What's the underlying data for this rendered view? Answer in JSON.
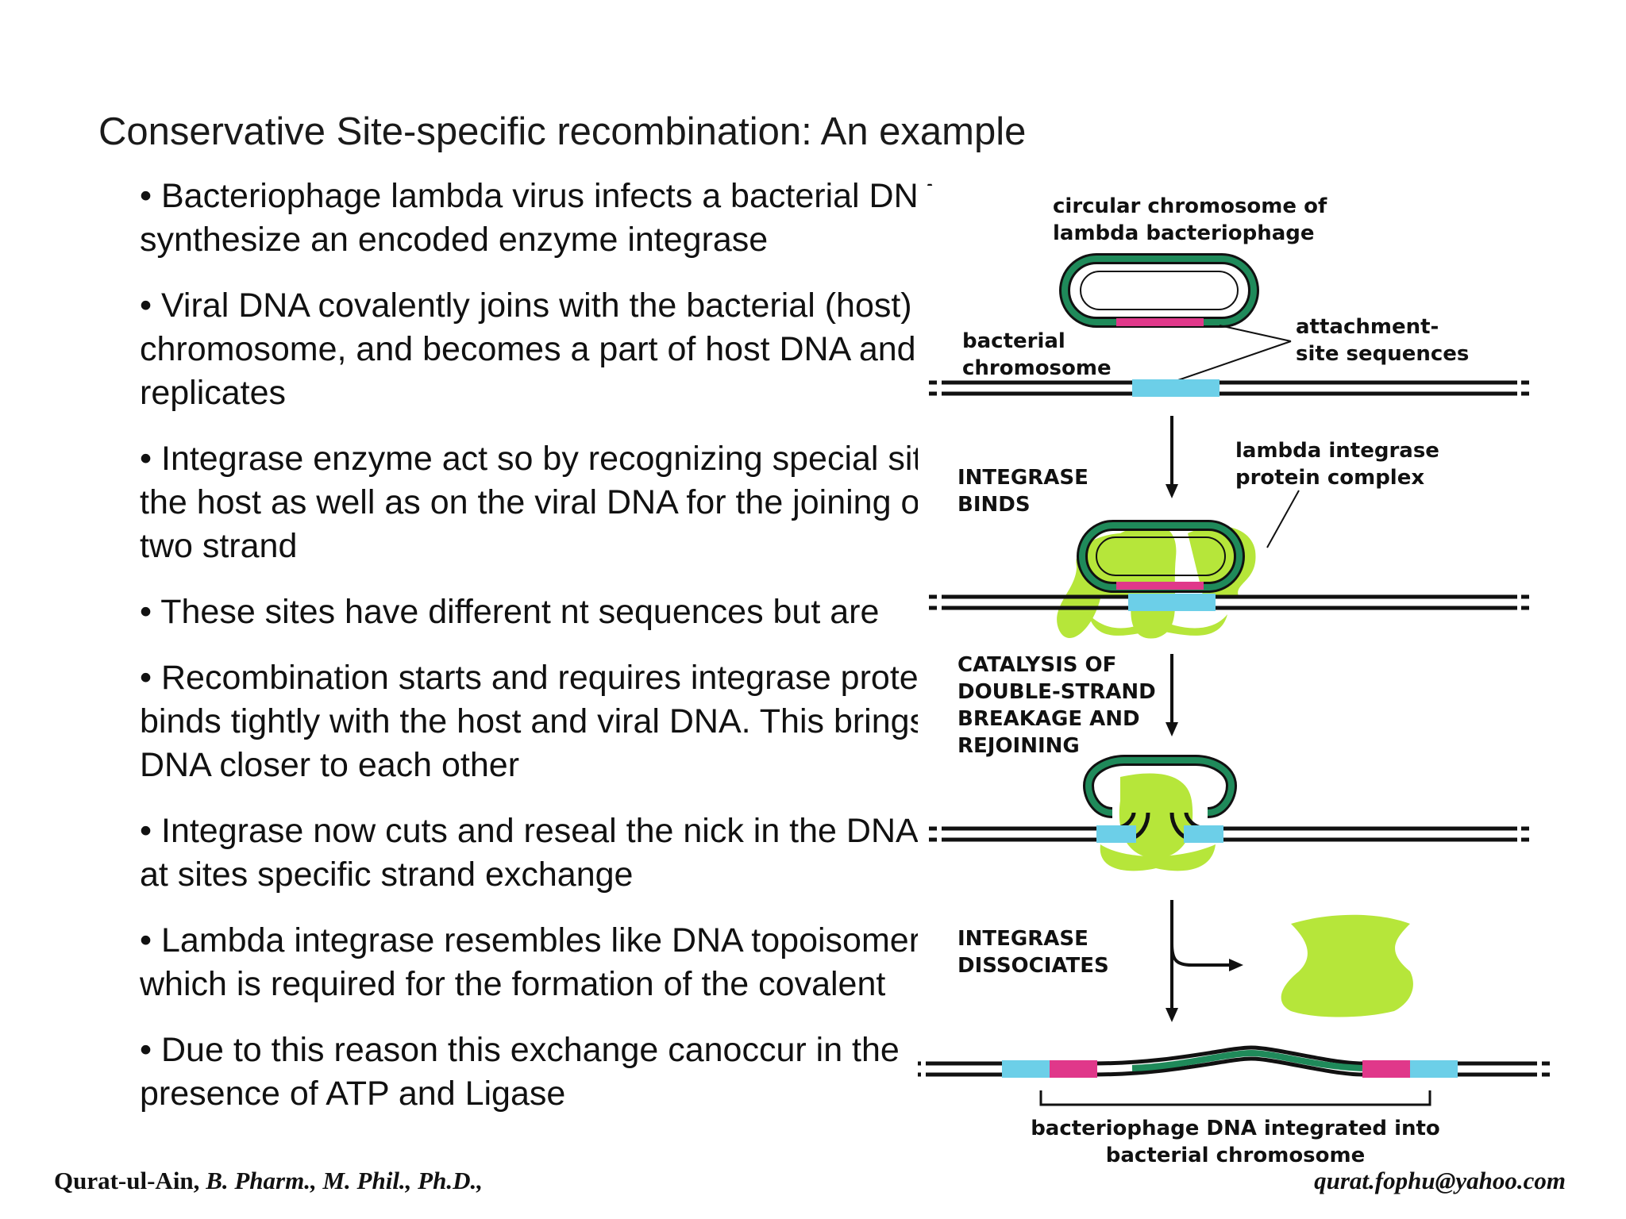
{
  "slide": {
    "title": "Conservative Site-specific recombination: An example",
    "bullets": [
      [
        "• Bacteriophage lambda virus infects a bacterial DNA and",
        "synthesize an encoded enzyme integrase"
      ],
      [
        "• Viral DNA covalently joins with the bacterial (host)",
        "chromosome, and becomes a part of host DNA and",
        "replicates"
      ],
      [
        "• Integrase enzyme act so by recognizing special sites on",
        "the host as well as on the viral DNA for the joining of",
        "two strand"
      ],
      [
        "• These sites have different nt sequences but are"
      ],
      [
        "• Recombination starts and requires integrase protein which",
        "binds tightly with the host and viral DNA. This brings the",
        "DNA closer to each other"
      ],
      [
        "• Integrase now cuts and reseal the nick in the DNA",
        "at sites specific strand exchange"
      ],
      [
        "• Lambda integrase resembles like DNA topoisomerase",
        "which is required for the formation of the covalent"
      ],
      [
        "• Due to this reason this exchange canoccur in the",
        "presence of ATP and Ligase"
      ]
    ]
  },
  "figure": {
    "labels": {
      "circular_chromosome": [
        "circular chromosome of",
        "lambda bacteriophage"
      ],
      "bacterial_chromosome": [
        "bacterial",
        "chromosome"
      ],
      "attachment_sites": [
        "attachment-",
        "site sequences"
      ],
      "lambda_integrase": [
        "lambda integrase",
        "protein complex"
      ],
      "integrase_binds": [
        "INTEGRASE",
        "BINDS"
      ],
      "catalysis": [
        "CATALYSIS OF",
        "DOUBLE-STRAND",
        "BREAKAGE AND",
        "REJOINING"
      ],
      "integrase_dissociates": [
        "INTEGRASE",
        "DISSOCIATES"
      ],
      "integrated": [
        "bacteriophage DNA integrated into",
        "bacterial chromosome"
      ]
    },
    "colors": {
      "phage_green": "#1f8a5a",
      "attachment_pink": "#e0388a",
      "attachment_cyan": "#6ccfe8",
      "integrase_lime": "#b6e63a",
      "dna_black": "#111111"
    }
  },
  "footer": {
    "author_name": "Qurat-ul-Ain,",
    "author_degrees": " B. Pharm., M. Phil., Ph.D.,",
    "email": "qurat.fophu@yahoo.com"
  }
}
